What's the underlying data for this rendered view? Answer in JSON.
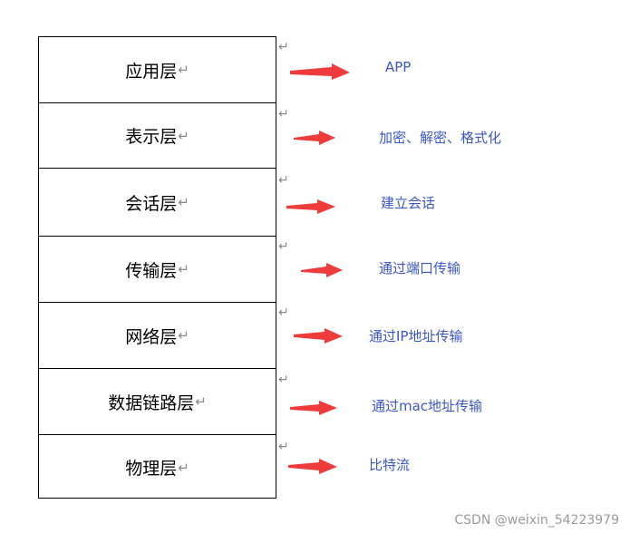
{
  "layers": [
    {
      "name": "应用层",
      "desc": "APP"
    },
    {
      "name": "表示层",
      "desc": "加密、解密、格式化"
    },
    {
      "name": "会话层",
      "desc": "建立会话"
    },
    {
      "name": "传输层",
      "desc": "通过端口传输"
    },
    {
      "name": "网络层",
      "desc": "通过IP地址传输"
    },
    {
      "name": "数据链路层",
      "desc": "通过mac地址传输"
    },
    {
      "name": "物理层",
      "desc": "比特流"
    }
  ],
  "return_mark": "↵",
  "arrow_color": "#ee3b3b",
  "desc_color": "#3a56c5",
  "footer": "CSDN @weixin_54223979"
}
